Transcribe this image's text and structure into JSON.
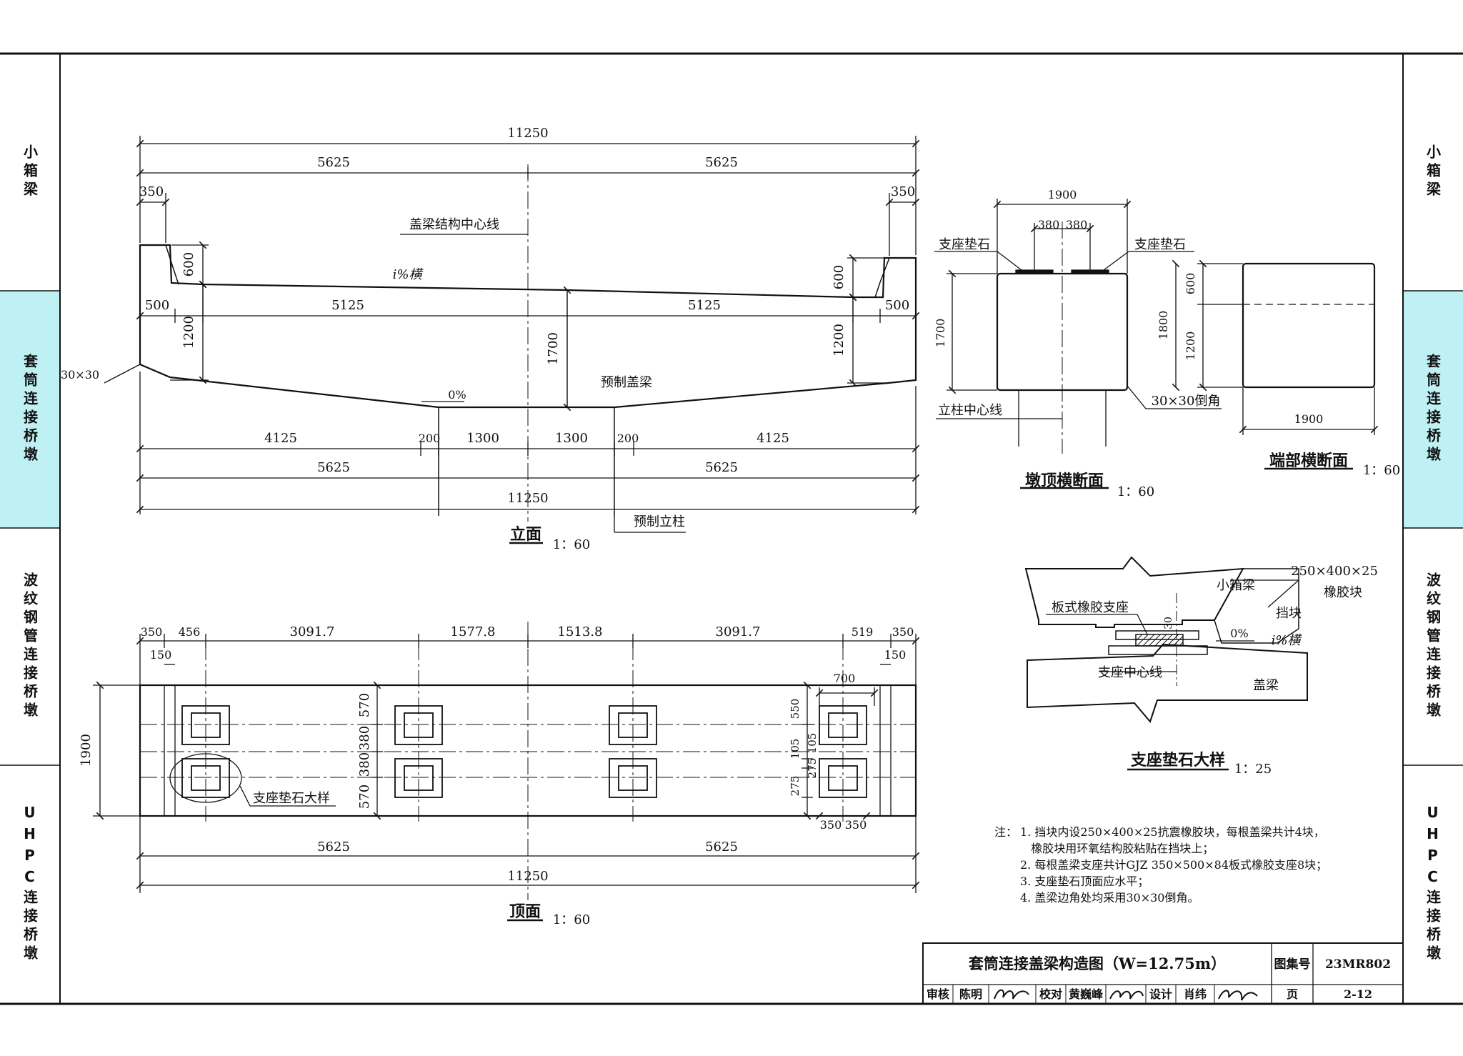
{
  "side_tabs": [
    "小箱梁",
    "套筒连接桥墩",
    "波纹钢管连接桥墩",
    "UHPC连接桥墩"
  ],
  "active_tab": 1,
  "elevation": {
    "title": "立面",
    "scale": "1：60",
    "dims": {
      "total": "11250",
      "half_left": "5625",
      "half_right": "5625",
      "end_left": "350",
      "end_right": "350",
      "h600_left": "600",
      "h600_right": "600",
      "w500_left": "500",
      "w500_right": "500",
      "w5125_left": "5125",
      "w5125_right": "5125",
      "h1200_left": "1200",
      "h1200_right": "1200",
      "h1700": "1700",
      "b4125_left": "4125",
      "b4125_right": "4125",
      "b200_left": "200",
      "b200_right": "200",
      "b1300_left": "1300",
      "b1300_right": "1300",
      "bot5625_left": "5625",
      "bot5625_right": "5625",
      "bot_total": "11250"
    },
    "labels": {
      "centerline": "盖梁结构中心线",
      "slope": "i%横",
      "chamfer": "30×30",
      "beam": "预制盖梁",
      "zero_slope": "0%",
      "column": "预制立柱"
    }
  },
  "plan": {
    "title": "顶面",
    "scale": "1：60",
    "top_dims": [
      "350",
      "456",
      "3091.7",
      "1577.8",
      "1513.8",
      "3091.7",
      "519",
      "350"
    ],
    "small_150_left": "150",
    "small_150_right": "150",
    "left_1900": "1900",
    "v_dims": [
      "570",
      "380",
      "380",
      "570"
    ],
    "right_v_dims": [
      "550",
      "105",
      "105",
      "275",
      "275"
    ],
    "dim_700": "700",
    "dim_350a": "350",
    "dim_350b": "350",
    "bottom_5625_left": "5625",
    "bottom_5625_right": "5625",
    "bottom_total": "11250",
    "detail_label": "支座垫石大样"
  },
  "pier_section": {
    "title": "墩顶横断面",
    "scale": "1：60",
    "w1900": "1900",
    "w380a": "380",
    "w380b": "380",
    "pad_left": "支座垫石",
    "pad_right": "支座垫石",
    "h1700": "1700",
    "column_axis": "立柱中心线",
    "chamfer": "30×30倒角"
  },
  "end_section": {
    "title": "端部横断面",
    "scale": "1：60",
    "h1800": "1800",
    "h600": "600",
    "h1200": "1200",
    "w1900": "1900"
  },
  "bearing_detail": {
    "title": "支座垫石大样",
    "scale": "1：25",
    "girder": "小箱梁",
    "rubber_block": "250×400×25",
    "rubber_block2": "橡胶块",
    "bearing": "板式橡胶支座",
    "dim30": "30",
    "zero_slope": "0%",
    "stopper": "挡块",
    "slope": "i%横",
    "bearing_axis": "支座中心线",
    "cap": "盖梁"
  },
  "notes": {
    "heading": "注：",
    "lines": [
      "1. 挡块内设250×400×25抗震橡胶块，每根盖梁共计4块，",
      "   橡胶块用环氧结构胶粘贴在挡块上；",
      "2. 每根盖梁支座共计GJZ 350×500×84板式橡胶支座8块；",
      "3. 支座垫石顶面应水平；",
      "4. 盖梁边角处均采用30×30倒角。"
    ]
  },
  "title_block": {
    "drawing_title": "套筒连接盖梁构造图（W=12.75m）",
    "atlas_label": "图集号",
    "atlas_no": "23MR802",
    "review_label": "审核",
    "reviewer": "陈明",
    "check_label": "校对",
    "checker": "黄巍峰",
    "design_label": "设计",
    "designer": "肖纬",
    "page_label": "页",
    "page_no": "2-12"
  }
}
